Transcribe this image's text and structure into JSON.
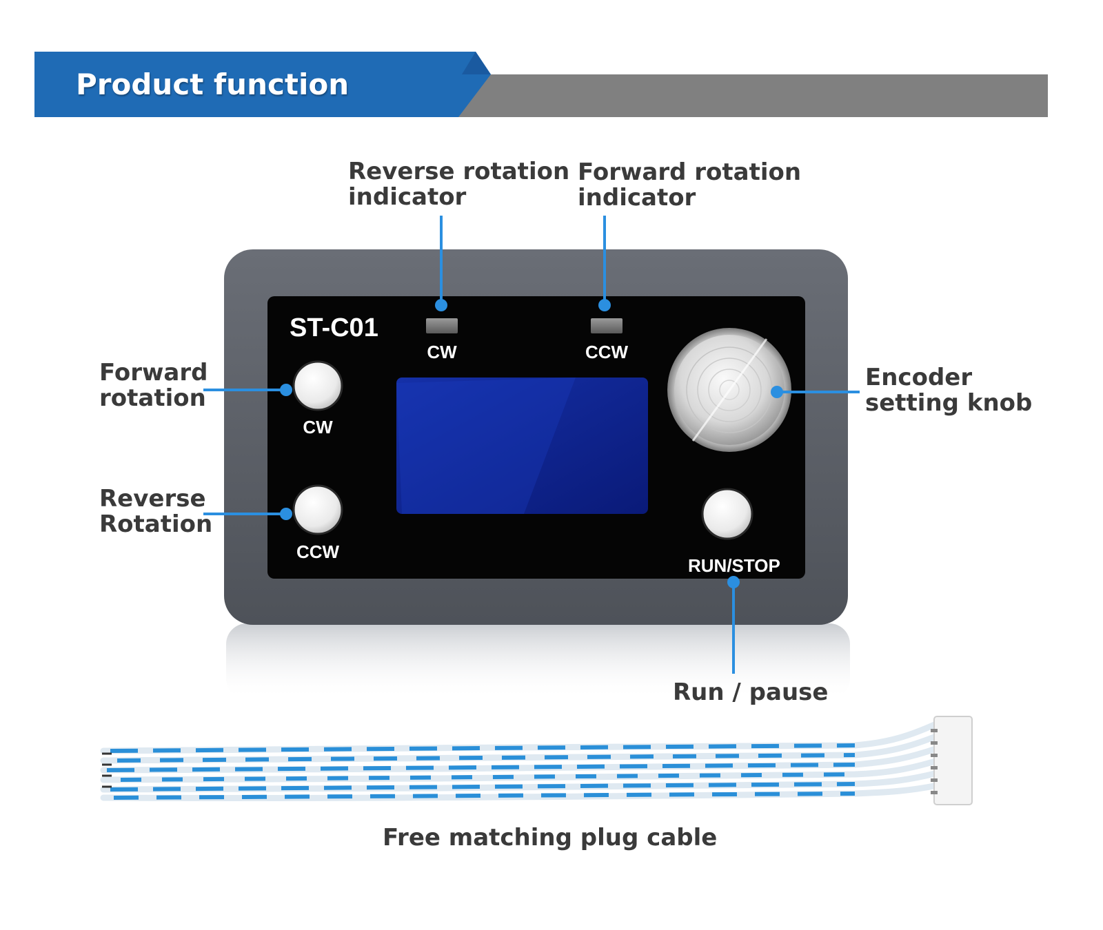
{
  "banner": {
    "title": "Product function"
  },
  "device": {
    "model": "ST-C01",
    "indicator_left_label": "CW",
    "indicator_right_label": "CCW",
    "button_top_label": "CW",
    "button_bottom_label": "CCW",
    "run_stop_label": "RUN/STOP"
  },
  "callouts": {
    "reverse_indicator": [
      "Reverse rotation",
      "indicator"
    ],
    "forward_indicator": [
      "Forward rotation",
      "indicator"
    ],
    "forward_rotation": [
      "Forward",
      "rotation"
    ],
    "reverse_rotation": [
      "Reverse",
      "Rotation"
    ],
    "encoder_knob": [
      "Encoder",
      "setting knob"
    ],
    "run_pause": "Run / pause"
  },
  "cable_caption": "Free matching plug cable",
  "colors": {
    "banner_blue": "#1f6bb5",
    "banner_gray": "#808080",
    "callout_line": "#2b8fe0",
    "device_frame": "#5c6068",
    "device_face": "#050505",
    "lcd": "#0d1f8a",
    "text_dark": "#3a3a3a"
  }
}
